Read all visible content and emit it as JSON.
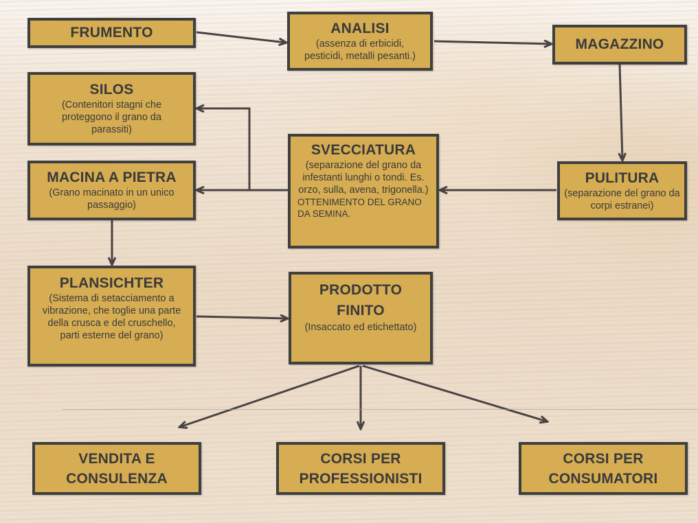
{
  "nodes": {
    "frumento": {
      "title": "FRUMENTO"
    },
    "analisi": {
      "title": "ANALISI",
      "desc": "(assenza di erbicidi, pesticidi, metalli pesanti.)"
    },
    "magazzino": {
      "title": "MAGAZZINO"
    },
    "silos": {
      "title": "SILOS",
      "desc": "(Contenitori stagni che proteggono il grano da parassiti)"
    },
    "svecciatura": {
      "title": "SVECCIATURA",
      "desc": "(separazione del grano da infestanti lunghi o tondi. Es. orzo, sulla, avena, trigonella.)",
      "note": "OTTENIMENTO  DEL GRANO DA SEMINA."
    },
    "pulitura": {
      "title": "PULITURA",
      "desc": "(separazione del grano da corpi estranei)"
    },
    "macina": {
      "title": "MACINA A PIETRA",
      "desc": "(Grano macinato in un unico passaggio)"
    },
    "plansichter": {
      "title": "PLANSICHTER",
      "desc": "(Sistema di setacciamento a vibrazione, che toglie una parte della crusca e del cruschello, parti esterne del grano)"
    },
    "prodotto": {
      "title": "PRODOTTO FINITO",
      "desc": "(Insaccato ed etichettato)"
    },
    "vendita": {
      "title": "VENDITA E CONSULENZA"
    },
    "professionisti": {
      "title": "CORSI PER PROFESSIONISTI"
    },
    "consumatori": {
      "title": "CORSI PER CONSUMATORI"
    }
  },
  "edges": [
    [
      "frumento",
      "analisi"
    ],
    [
      "analisi",
      "magazzino"
    ],
    [
      "magazzino",
      "pulitura"
    ],
    [
      "pulitura",
      "svecciatura"
    ],
    [
      "svecciatura",
      "silos"
    ],
    [
      "svecciatura",
      "macina"
    ],
    [
      "macina",
      "plansichter"
    ],
    [
      "plansichter",
      "prodotto"
    ],
    [
      "prodotto",
      "vendita"
    ],
    [
      "prodotto",
      "professionisti"
    ],
    [
      "prodotto",
      "consumatori"
    ]
  ],
  "colors": {
    "box_fill": "#d6ad52",
    "box_border": "#3f3f3f",
    "arrow": "#4a4344",
    "text": "#3a3a3a"
  }
}
